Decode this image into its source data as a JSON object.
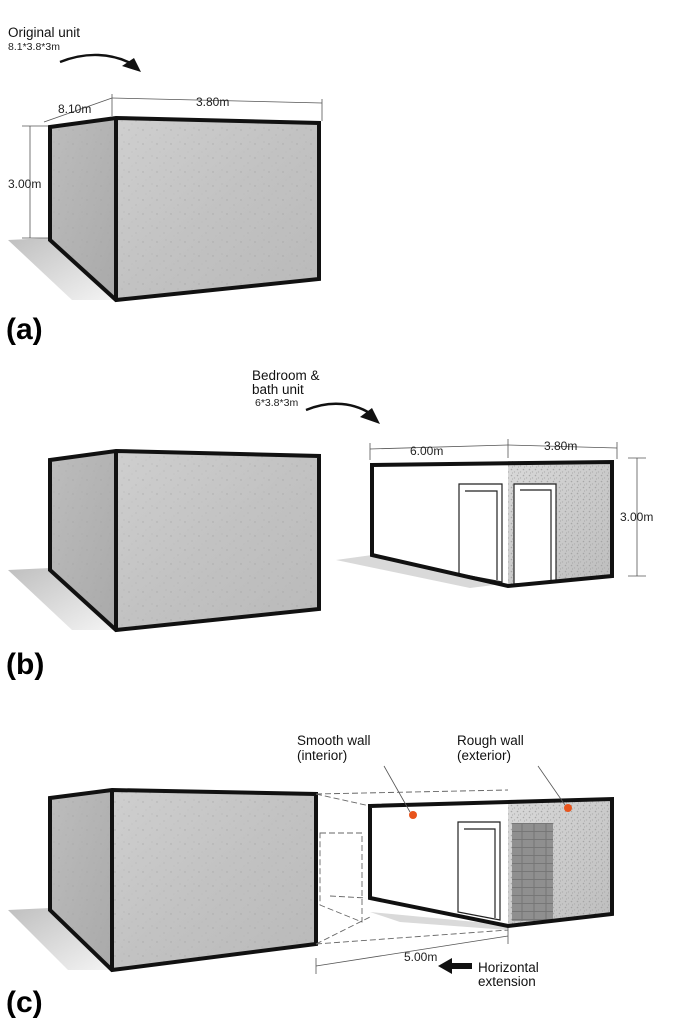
{
  "panels": {
    "a": {
      "label": "(a)",
      "title_line1": "Original unit",
      "title_line2": "8.1*3.8*3m",
      "dim_depth": "8.10m",
      "dim_width": "3.80m",
      "dim_height": "3.00m"
    },
    "b": {
      "label": "(b)",
      "title_line1": "Bedroom &",
      "title_line2": "bath unit",
      "title_line3": "6*3.8*3m",
      "dim_length": "6.00m",
      "dim_width": "3.80m",
      "dim_height": "3.00m"
    },
    "c": {
      "label": "(c)",
      "smooth_line1": "Smooth wall",
      "smooth_line2": "(interior)",
      "rough_line1": "Rough wall",
      "rough_line2": "(exterior)",
      "dim_extension": "5.00m",
      "extension_line1": "Horizontal",
      "extension_line2": "extension"
    }
  },
  "colors": {
    "concrete": "#c4c4c4",
    "marker": "#e8541c",
    "outline": "#111111"
  }
}
